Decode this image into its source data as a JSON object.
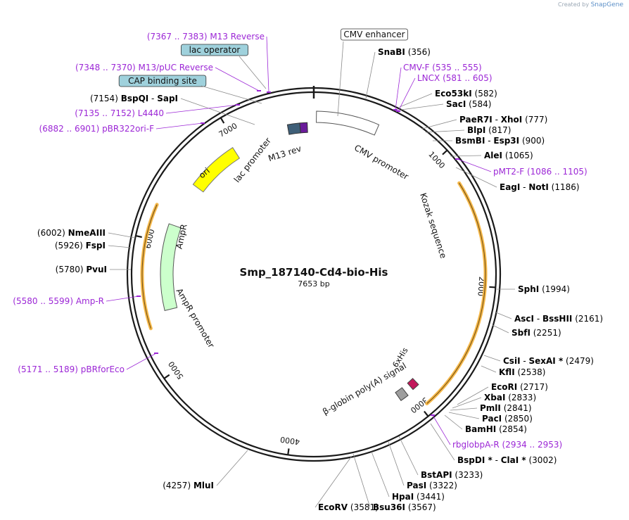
{
  "branding": {
    "created_by": "Created by",
    "app_name": "SnapGene"
  },
  "plasmid": {
    "name": "Smp_187140-Cd4-bio-His",
    "length": "7653 bp"
  },
  "ticks": [
    "1000",
    "2000",
    "3000",
    "4000",
    "5000",
    "6000",
    "7000"
  ],
  "features": [
    {
      "name": "CMV enhancer",
      "boxed": true
    },
    {
      "name": "CMV promoter"
    },
    {
      "name": "Kozak sequence"
    },
    {
      "name": "6xHis"
    },
    {
      "name": "β-globin poly(A) signal"
    },
    {
      "name": "AmpR promoter"
    },
    {
      "name": "AmpR"
    },
    {
      "name": "ori"
    },
    {
      "name": "lac promoter"
    },
    {
      "name": "M13 rev"
    },
    {
      "name": "lac operator",
      "boxed": true
    },
    {
      "name": "CAP binding site",
      "boxed": true
    }
  ],
  "enzymes": [
    {
      "name": "SnaBI",
      "pos": "(356)"
    },
    {
      "name": "Eco53kI",
      "pos": "(582)"
    },
    {
      "name": "SacI",
      "pos": "(584)"
    },
    {
      "name": "PaeR7I",
      "name2": "XhoI",
      "pos": "(777)"
    },
    {
      "name": "BlpI",
      "pos": "(817)"
    },
    {
      "name": "BsmBI",
      "name2": "Esp3I",
      "pos": "(900)"
    },
    {
      "name": "AleI",
      "pos": "(1065)"
    },
    {
      "name": "EagI",
      "name2": "NotI",
      "pos": "(1186)"
    },
    {
      "name": "SphI",
      "pos": "(1994)"
    },
    {
      "name": "AscI",
      "name2": "BssHII",
      "pos": "(2161)"
    },
    {
      "name": "SbfI",
      "pos": "(2251)"
    },
    {
      "name": "CsiI",
      "name2": "SexAI *",
      "pos": "(2479)"
    },
    {
      "name": "KflI",
      "pos": "(2538)"
    },
    {
      "name": "EcoRI",
      "pos": "(2717)"
    },
    {
      "name": "XbaI",
      "pos": "(2833)"
    },
    {
      "name": "PmlI",
      "pos": "(2841)"
    },
    {
      "name": "PacI",
      "pos": "(2850)"
    },
    {
      "name": "BamHI",
      "pos": "(2854)"
    },
    {
      "name": "BspDI *",
      "name2": "ClaI *",
      "pos": "(3002)"
    },
    {
      "name": "BstAPI",
      "pos": "(3233)"
    },
    {
      "name": "PasI",
      "pos": "(3322)"
    },
    {
      "name": "HpaI",
      "pos": "(3441)"
    },
    {
      "name": "Bsu36I",
      "pos": "(3567)"
    },
    {
      "name": "EcoRV",
      "pos": "(3581)"
    },
    {
      "name": "MluI",
      "pos": "(4257)"
    },
    {
      "name": "PvuI",
      "pos": "(5780)"
    },
    {
      "name": "FspI",
      "pos": "(5926)"
    },
    {
      "name": "NmeAIII",
      "pos": "(6002)"
    },
    {
      "name": "BspQI",
      "name2": "SapI",
      "pos": "(7154)"
    }
  ],
  "primers": [
    {
      "name": "CMV-F",
      "range": "(535 .. 555)"
    },
    {
      "name": "LNCX",
      "range": "(581 .. 605)"
    },
    {
      "name": "pMT2-F",
      "range": "(1086 .. 1105)"
    },
    {
      "name": "rbglobpA-R",
      "range": "(2934 .. 2953)"
    },
    {
      "name": "pBRforEco",
      "range": "(5171 .. 5189)"
    },
    {
      "name": "Amp-R",
      "range": "(5580 .. 5599)"
    },
    {
      "name": "pBR322ori-F",
      "range": "(6882 .. 6901)"
    },
    {
      "name": "L4440",
      "range": "(7135 .. 7152)"
    },
    {
      "name": "M13/pUC Reverse",
      "range": "(7348 .. 7370)"
    },
    {
      "name": "M13 Reverse",
      "range": "(7367 .. 7383)"
    }
  ],
  "colors": {
    "backbone": "#1a1a1a",
    "primer": "#9c27d6",
    "enzyme_text": "#000000",
    "leader": "#8a8a8a",
    "ori": "#ffff00",
    "ampr": "#ccffcc",
    "cds_outline": "#f5b84a",
    "boxed_feature": "#9fd1dc"
  }
}
